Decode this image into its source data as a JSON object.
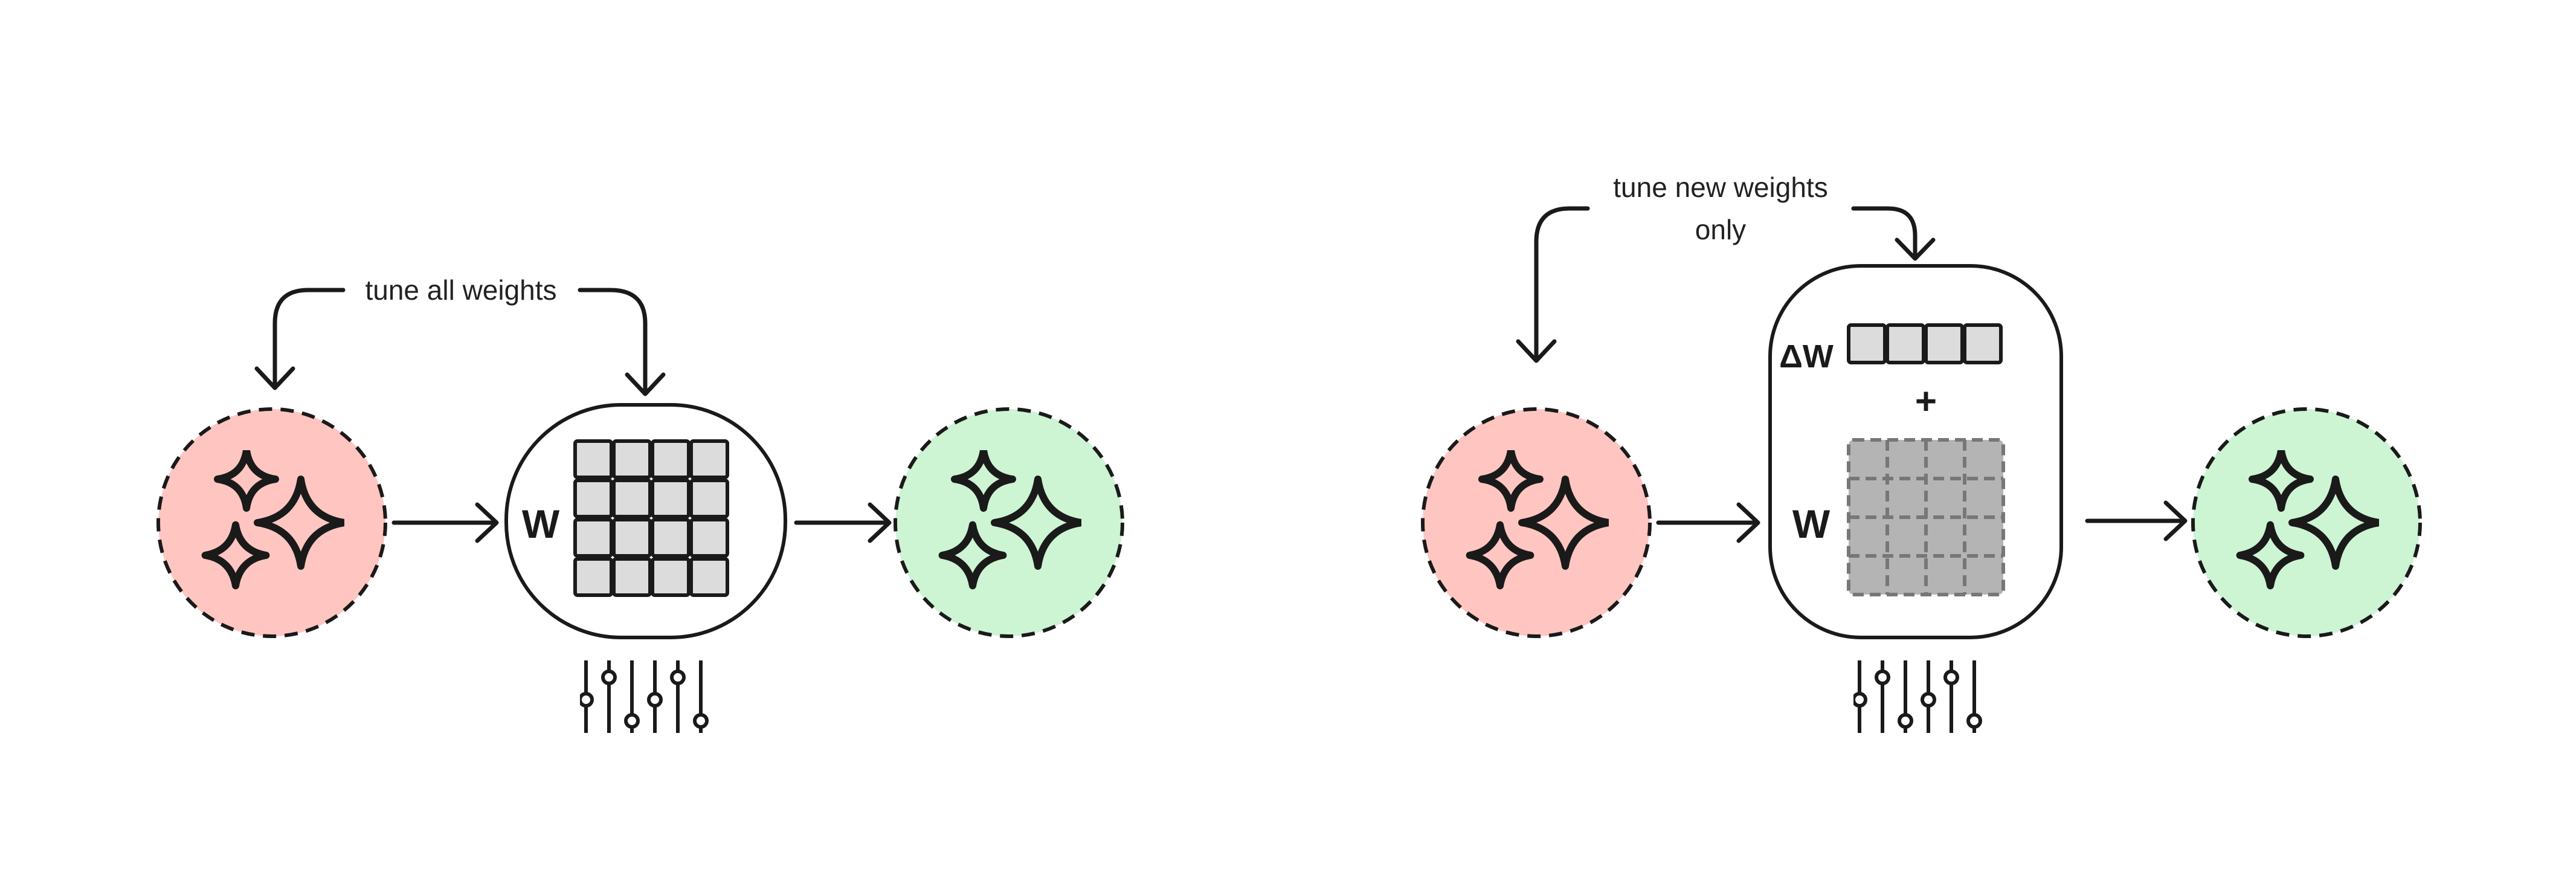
{
  "diagram": {
    "colors": {
      "input_fill": "#ffc6c1",
      "output_fill": "#cdf4d3",
      "matrix_cell": "#dcdcdc",
      "frozen_cell": "#b4b4b4",
      "stroke": "#1a1a1a",
      "frozen_stroke": "#777777"
    },
    "full_finetune": {
      "caption": "tune all weights",
      "weight_label": "W",
      "input_icon": "sparkles-icon",
      "output_icon": "sparkles-icon",
      "tuning_icon": "sliders-icon"
    },
    "adapter_finetune": {
      "caption_line1": "tune new weights",
      "caption_line2": "only",
      "delta_label": "ΔW",
      "plus_sign": "+",
      "weight_label": "W",
      "input_icon": "sparkles-icon",
      "output_icon": "sparkles-icon",
      "tuning_icon": "sliders-icon"
    }
  }
}
